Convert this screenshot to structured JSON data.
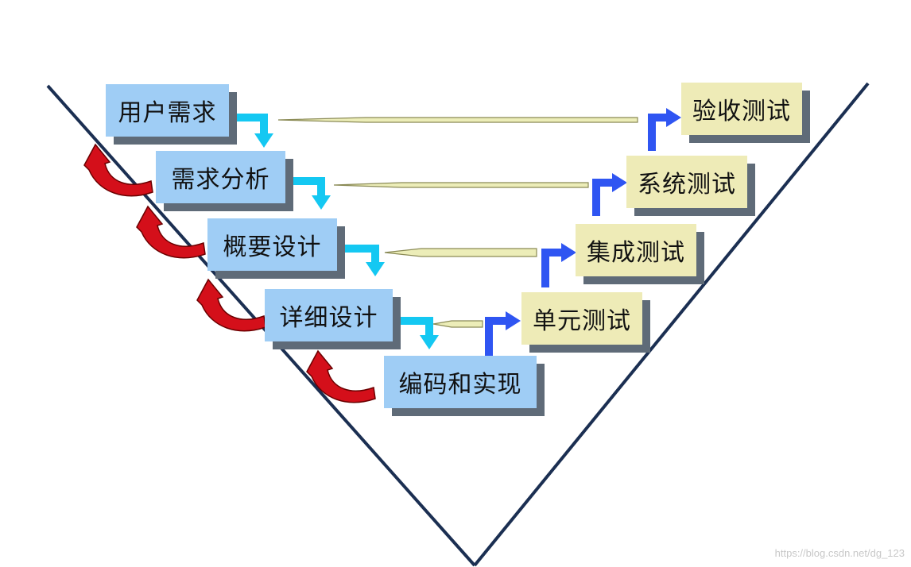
{
  "dev_stages": [
    {
      "label": "用户需求"
    },
    {
      "label": "需求分析"
    },
    {
      "label": "概要设计"
    },
    {
      "label": "详细设计"
    },
    {
      "label": "编码和实现"
    }
  ],
  "test_stages": [
    {
      "label": "单元测试"
    },
    {
      "label": "集成测试"
    },
    {
      "label": "系统测试"
    },
    {
      "label": "验收测试"
    }
  ],
  "watermark": "https://blog.csdn.net/dg_123",
  "colors": {
    "dev_box": "#9fcdf5",
    "test_box": "#eeebb7",
    "box_shadow": "#5f6b78",
    "v_line": "#1b2f52",
    "down_arrow": "#14c8f2",
    "up_arrow": "#2f55f2",
    "feedback_arrow": "#d40f1a",
    "correspondence_arrow": "#ecedb8"
  }
}
